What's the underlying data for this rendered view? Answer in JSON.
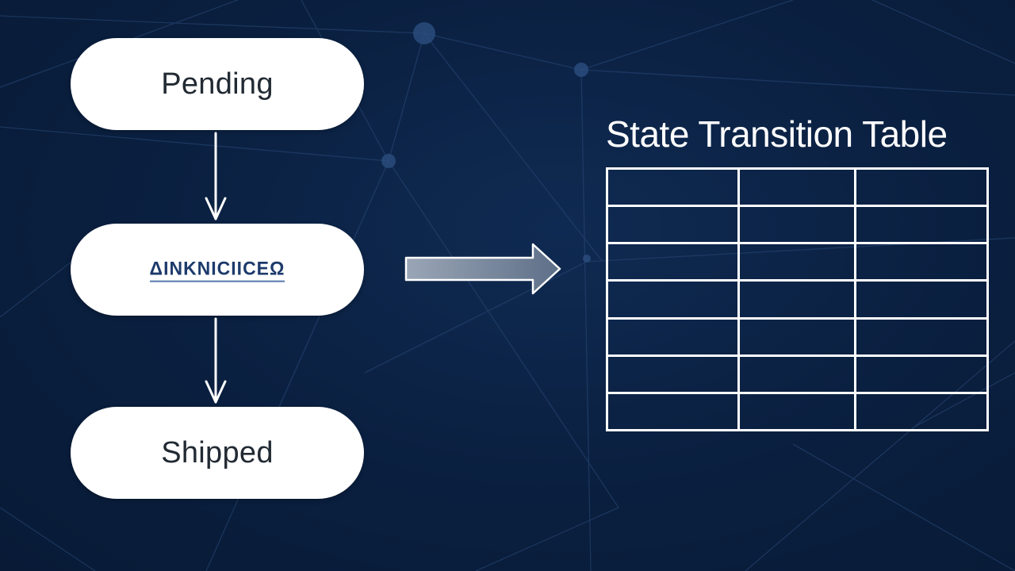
{
  "states": [
    {
      "id": "pending",
      "label": "Pending"
    },
    {
      "id": "middle",
      "label": "ΔINKNICIICEΩ"
    },
    {
      "id": "shipped",
      "label": "Shipped"
    }
  ],
  "table": {
    "title": "State Transition Table",
    "columns": 3,
    "rows": [
      [
        "",
        "",
        ""
      ],
      [
        "",
        "",
        ""
      ],
      [
        "",
        "",
        ""
      ],
      [
        "",
        "",
        ""
      ],
      [
        "",
        "",
        ""
      ],
      [
        "",
        "",
        ""
      ],
      [
        "",
        "",
        ""
      ]
    ]
  },
  "colors": {
    "background": "#0a1f3f",
    "node_fill": "#ffffff",
    "node_text": "#222a33",
    "arrow_fill": "#6f8098",
    "line": "#ffffff"
  }
}
